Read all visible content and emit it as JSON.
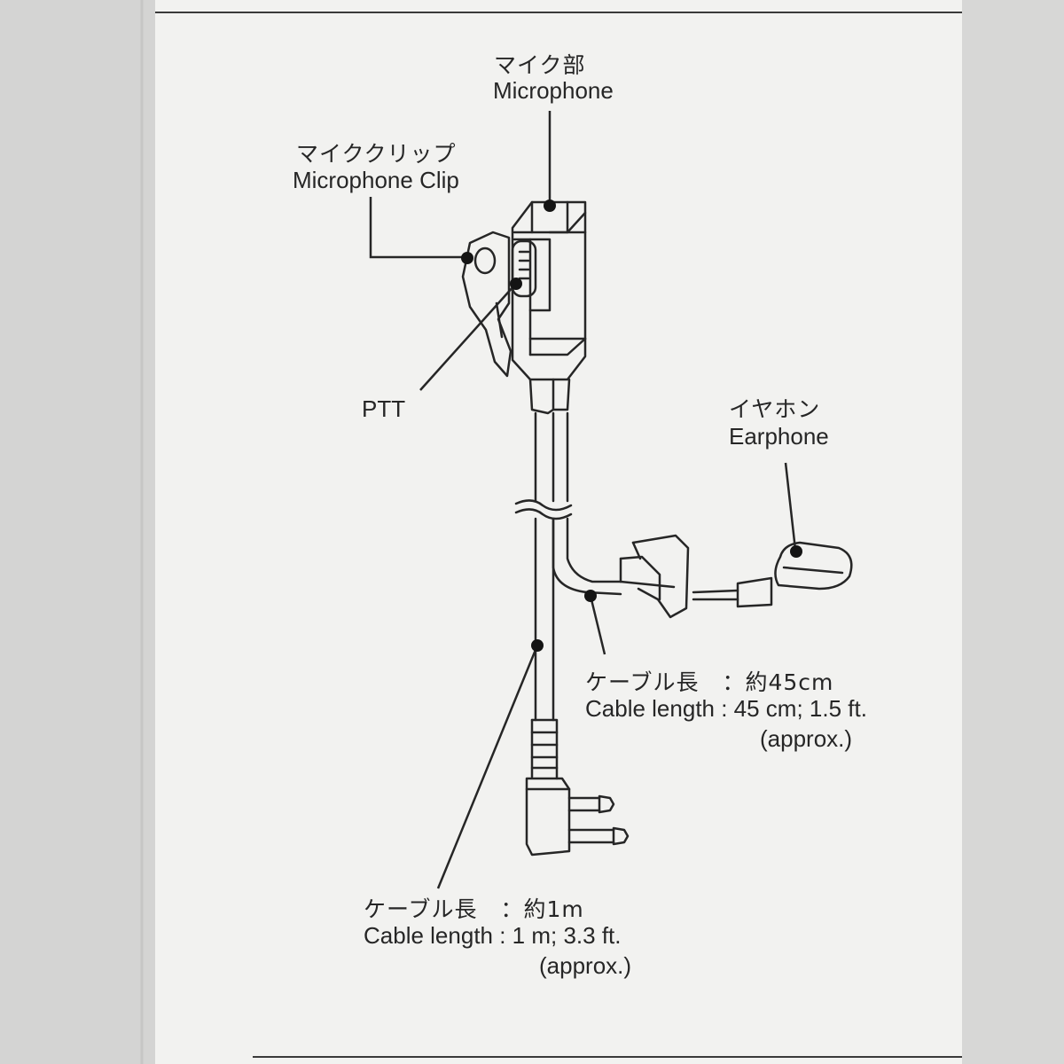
{
  "labels": {
    "microphone_jp": "マイク部",
    "microphone_en": "Microphone",
    "clip_jp": "マイククリップ",
    "clip_en": "Microphone Clip",
    "ptt": "PTT",
    "earphone_jp": "イヤホン",
    "earphone_en": "Earphone"
  },
  "earphone_cable": {
    "label_jp": "ケーブル長　：約45cm",
    "label_en": "Cable length : 45 cm; 1.5 ft.",
    "approx": "(approx.)"
  },
  "main_cable": {
    "label_jp": "ケーブル長　：約1m",
    "label_en": "Cable length : 1 m; 3.3 ft.",
    "approx": "(approx.)"
  },
  "colors": {
    "background": "#dcdcdb",
    "card": "#f2f2f0",
    "ink": "#262626"
  }
}
